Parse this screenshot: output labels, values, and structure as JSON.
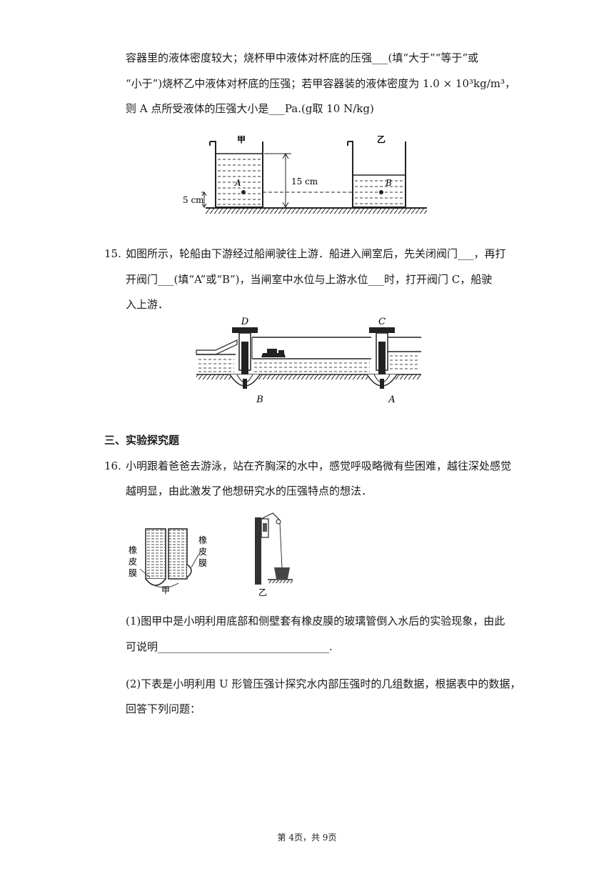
{
  "q14": {
    "line1": "容器里的液体密度较大；烧杯甲中液体对杯底的压强___(填“大于”“等于”或",
    "line2": "“小于”)烧杯乙中液体对杯底的压强；若甲容器装的液体密度为 1.0 × 10³kg/m³，",
    "line3": "则 A 点所受液体的压强大小是___Pa.(g取 10 N/kg)",
    "figure": {
      "label_jia": "甲",
      "label_yi": "乙",
      "label_15cm": "15 cm",
      "label_5cm": "5 cm",
      "label_A": "A",
      "label_B": "B"
    }
  },
  "q15": {
    "number": "15.",
    "line1": "如图所示，轮船由下游经过船闸驶往上游．船进入闸室后，先关闭阀门___，再打",
    "line2": "开阀门___(填“A”或“B”)，当闸室中水位与上游水位___时，打开阀门 C，船驶",
    "line3": "入上游．",
    "figure": {
      "label_D": "D",
      "label_C": "C",
      "label_B": "B",
      "label_A": "A"
    }
  },
  "section3": {
    "heading": "三、实验探究题"
  },
  "q16": {
    "number": "16.",
    "line1": "小明跟着爸爸去游泳，站在齐胸深的水中，感觉呼吸略微有些困难，越往深处感觉",
    "line2": "越明显，由此激发了他想研究水的压强特点的想法．",
    "figure": {
      "membrane_left": [
        "橡",
        "皮",
        "膜"
      ],
      "membrane_right": [
        "橡",
        "皮",
        "膜"
      ],
      "label_jia": "甲",
      "label_yi": "乙"
    },
    "sub1_line1": "(1)图甲中是小明利用底部和侧壁套有橡皮膜的玻璃管倒入水后的实验现象，由此",
    "sub1_line2": "可说明________________________________.",
    "sub2_line1": "(2)下表是小明利用 U 形管压强计探究水内部压强时的几组数据，根据表中的数据，",
    "sub2_line2": "回答下列问题："
  },
  "footer": {
    "text": "第 4页，共 9页"
  }
}
